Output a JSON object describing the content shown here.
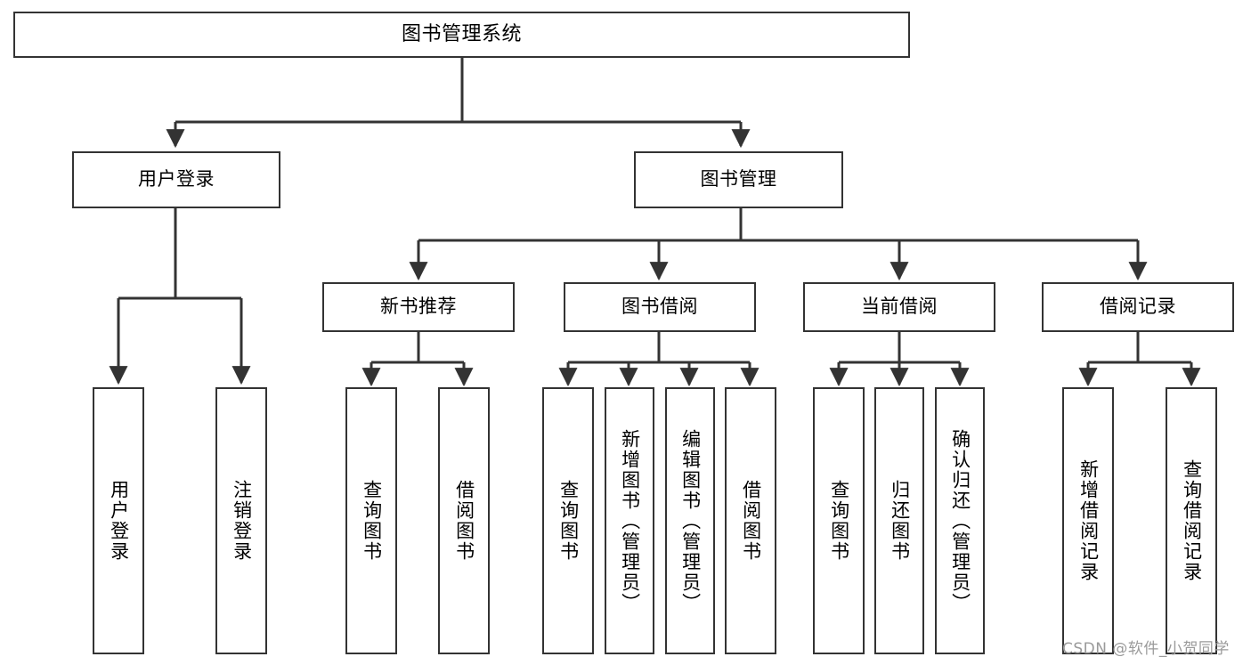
{
  "diagram": {
    "title": "图书管理系统",
    "type": "tree-hierarchy-diagram",
    "style": {
      "background": "#ffffff",
      "stroke": "#333333",
      "text": "#000000",
      "watermark_color": "#9a9a9a"
    }
  },
  "nodes": {
    "root": {
      "label": "图书管理系统"
    },
    "level1": [
      {
        "id": "user-login",
        "label": "用户登录"
      },
      {
        "id": "book-management",
        "label": "图书管理"
      }
    ],
    "level2": [
      {
        "id": "new-book-recommend",
        "label": "新书推荐"
      },
      {
        "id": "book-borrow",
        "label": "图书借阅"
      },
      {
        "id": "current-borrow",
        "label": "当前借阅"
      },
      {
        "id": "borrow-record",
        "label": "借阅记录"
      }
    ],
    "leaves": [
      {
        "id": "leaf-user-login",
        "label": "用户登录",
        "parent": "user-login"
      },
      {
        "id": "leaf-logout-login",
        "label": "注销登录",
        "parent": "user-login"
      },
      {
        "id": "leaf-query-book-1",
        "label": "查询图书",
        "parent": "new-book-recommend"
      },
      {
        "id": "leaf-borrow-book-1",
        "label": "借阅图书",
        "parent": "new-book-recommend"
      },
      {
        "id": "leaf-query-book-2",
        "label": "查询图书",
        "parent": "book-borrow"
      },
      {
        "id": "leaf-add-book",
        "label": "新增图书（管理员）",
        "parent": "book-borrow"
      },
      {
        "id": "leaf-edit-book",
        "label": "编辑图书（管理员）",
        "parent": "book-borrow"
      },
      {
        "id": "leaf-borrow-book-2",
        "label": "借阅图书",
        "parent": "book-borrow"
      },
      {
        "id": "leaf-query-book-3",
        "label": "查询图书",
        "parent": "current-borrow"
      },
      {
        "id": "leaf-return-book",
        "label": "归还图书",
        "parent": "current-borrow"
      },
      {
        "id": "leaf-confirm-return",
        "label": "确认归还（管理员）",
        "parent": "current-borrow"
      },
      {
        "id": "leaf-add-record",
        "label": "新增借阅记录",
        "parent": "borrow-record"
      },
      {
        "id": "leaf-query-record",
        "label": "查询借阅记录",
        "parent": "borrow-record"
      }
    ]
  },
  "watermark": {
    "text": "CSDN @软件_小贺同学"
  }
}
